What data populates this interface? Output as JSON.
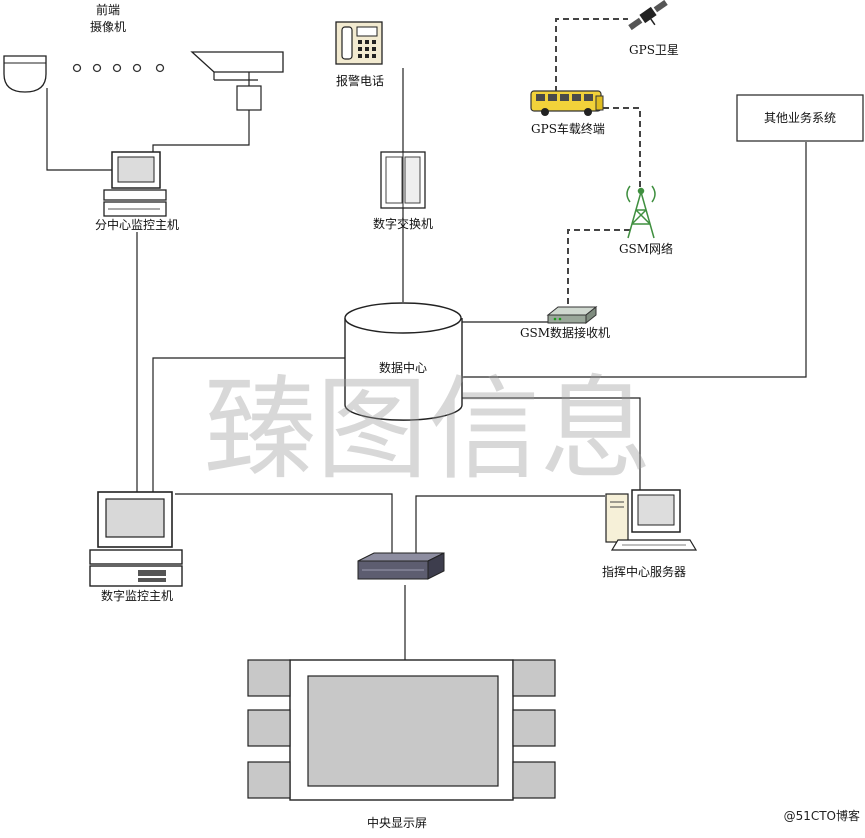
{
  "nodes": {
    "front_camera": "前端\n摄像机",
    "alarm_phone": "报警电话",
    "gps_satellite": "GPS卫星",
    "gps_terminal": "GPS车载终端",
    "other_systems": "其他业务系统",
    "sub_center_host": "分中心监控主机",
    "digital_switch": "数字交换机",
    "gsm_network": "GSM网络",
    "gsm_receiver": "GSM数据接收机",
    "data_center": "数据中心",
    "digital_monitor_host": "数字监控主机",
    "command_server": "指挥中心服务器",
    "central_display": "中央显示屏"
  },
  "watermark": "臻图信息",
  "credit": "@51CTO博客",
  "colors": {
    "line": "#222222",
    "watermark": "#9a9a9a",
    "bus_yellow": "#f2d23a",
    "tower_green": "#3f8f3f",
    "panel_gray": "#c8c8c8"
  }
}
